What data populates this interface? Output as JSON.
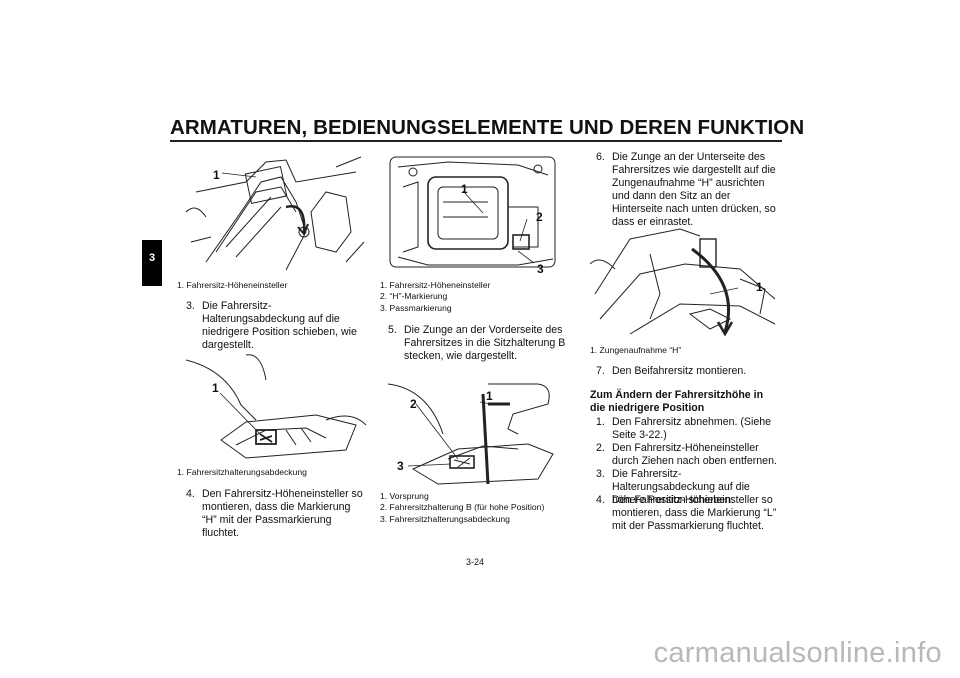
{
  "header": {
    "title": "ARMATUREN, BEDIENUNGSELEMENTE UND DEREN FUNKTION",
    "chapter_tab": "3"
  },
  "col1": {
    "fig1": {
      "callouts": [
        "1"
      ],
      "caption": [
        "1. Fahrersitz-Höheneinsteller"
      ]
    },
    "step3": {
      "num": "3.",
      "text": "Die Fahrersitz-Halterungsabdeckung auf die niedrigere Position schieben, wie dargestellt."
    },
    "fig2": {
      "callouts": [
        "1"
      ],
      "caption": [
        "1. Fahrersitzhalterungsabdeckung"
      ]
    },
    "step4": {
      "num": "4.",
      "text": "Den Fahrersitz-Höheneinsteller so montieren, dass die Markierung “H” mit der Passmarkierung fluchtet."
    }
  },
  "col2": {
    "fig3": {
      "callouts": [
        "1",
        "2",
        "3"
      ],
      "caption": [
        "1. Fahrersitz-Höheneinsteller",
        "2. “H”-Markierung",
        "3. Passmarkierung"
      ]
    },
    "step5": {
      "num": "5.",
      "text": "Die Zunge an der Vorderseite des Fahrersitzes in die Sitzhalterung B stecken, wie dargestellt."
    },
    "fig4": {
      "callouts": [
        "1",
        "2",
        "3"
      ],
      "caption": [
        "1. Vorsprung",
        "2. Fahrersitzhalterung B (für hohe Position)",
        "3. Fahrersitzhalterungsabdeckung"
      ]
    }
  },
  "col3": {
    "step6": {
      "num": "6.",
      "text": "Die Zunge an der Unterseite des Fahrersitzes wie dargestellt auf die Zungenaufnahme “H” ausrichten und dann den Sitz an der Hinterseite nach unten drücken, so dass er einrastet."
    },
    "fig5": {
      "callouts": [
        "1"
      ],
      "caption": [
        "1. Zungenaufnahme “H”"
      ]
    },
    "step7": {
      "num": "7.",
      "text": "Den Beifahrersitz montieren."
    },
    "heading": "Zum Ändern der Fahrersitzhöhe in die niedrigere Position",
    "steps": [
      {
        "num": "1.",
        "text": "Den Fahrersitz abnehmen. (Siehe Seite 3-22.)"
      },
      {
        "num": "2.",
        "text": "Den Fahrersitz-Höheneinsteller durch Ziehen nach oben entfernen."
      },
      {
        "num": "3.",
        "text": "Die Fahrersitz-Halterungsabdeckung auf die höhere Position schieben."
      },
      {
        "num": "4.",
        "text": "Den Fahrersitz-Höheneinsteller so montieren, dass die Markierung “L” mit der Passmarkierung fluchtet."
      }
    ]
  },
  "footer": {
    "page_number": "3-24",
    "watermark": "carmanualsonline.info"
  }
}
